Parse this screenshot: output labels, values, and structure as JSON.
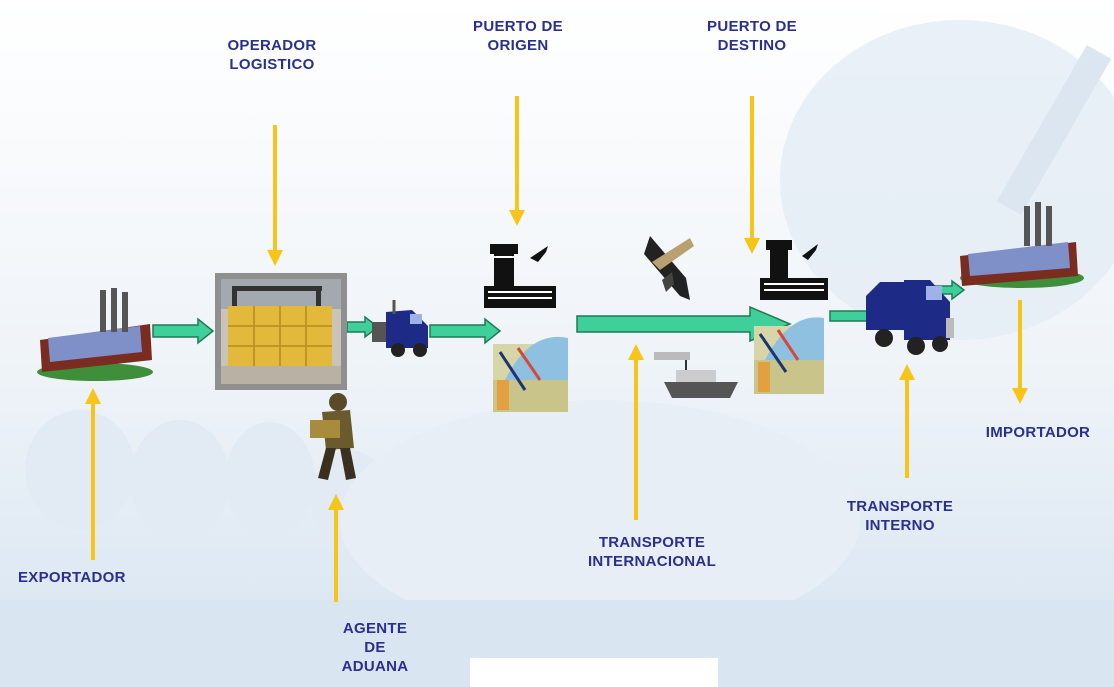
{
  "labels": {
    "operador": [
      "OPERADOR",
      "LOGISTICO"
    ],
    "puerto_origen": [
      "PUERTO DE",
      "ORIGEN"
    ],
    "puerto_destino": [
      "PUERTO DE",
      "DESTINO"
    ],
    "exportador": "EXPORTADOR",
    "agente": [
      "AGENTE",
      "DE",
      "ADUANA"
    ],
    "transporte_internacional": [
      "TRANSPORTE",
      "INTERNACIONAL"
    ],
    "transporte_interno": [
      "TRANSPORTE",
      "INTERNO"
    ],
    "importador": "IMPORTADOR"
  },
  "colors": {
    "label_text": "#2b2f8f",
    "pointer_arrow": "#f7c51a",
    "flow_arrow": "#3fcf9a",
    "background_wash": "#e3edf6"
  },
  "icons": [
    "factory-icon",
    "warehouse-photo",
    "truck-icon",
    "worker-icon",
    "airport-tower-icon",
    "port-crane-icon",
    "airplane-icon",
    "ship-icon"
  ]
}
